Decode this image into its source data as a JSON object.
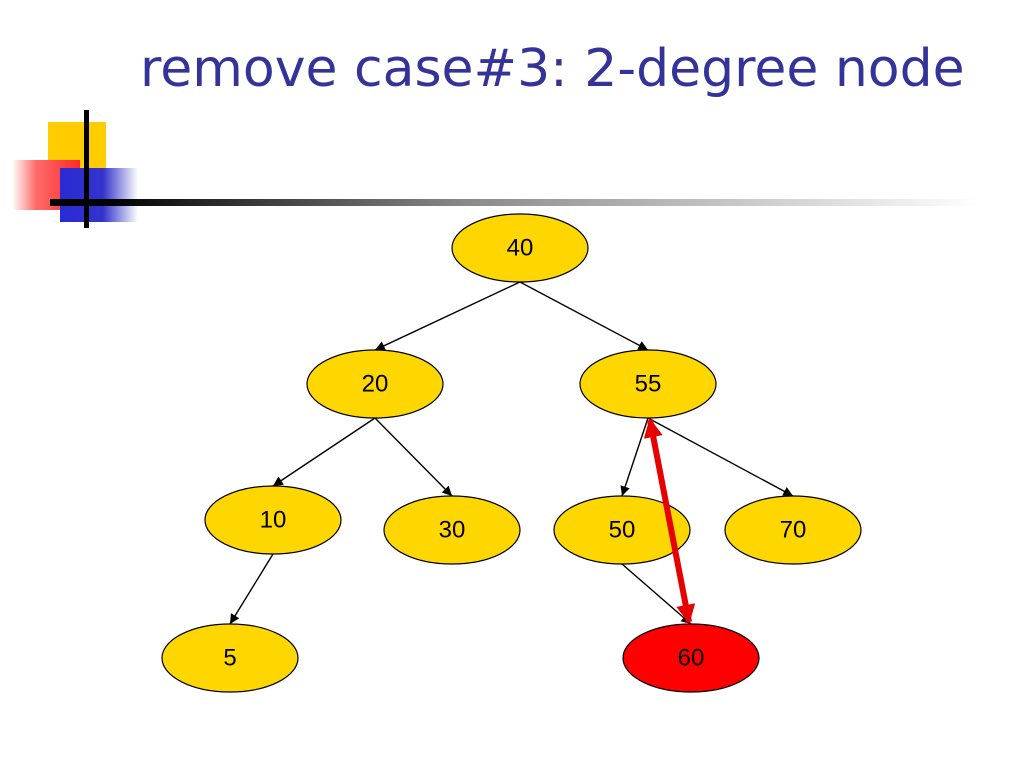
{
  "title": "remove case#3: 2-degree node",
  "colors": {
    "title": "#333399",
    "node_fill": "#ffd700",
    "highlight_fill": "#ff0000",
    "arrow": "#e60000"
  },
  "tree": {
    "nodes": [
      {
        "id": "n40",
        "label": "40"
      },
      {
        "id": "n20",
        "label": "20"
      },
      {
        "id": "n55",
        "label": "55"
      },
      {
        "id": "n10",
        "label": "10"
      },
      {
        "id": "n30",
        "label": "30"
      },
      {
        "id": "n50",
        "label": "50"
      },
      {
        "id": "n70",
        "label": "70"
      },
      {
        "id": "n5",
        "label": "5"
      },
      {
        "id": "n60",
        "label": "60",
        "highlighted": true
      }
    ],
    "edges": [
      {
        "from": "n40",
        "to": "n20"
      },
      {
        "from": "n40",
        "to": "n55"
      },
      {
        "from": "n20",
        "to": "n10"
      },
      {
        "from": "n20",
        "to": "n30"
      },
      {
        "from": "n55",
        "to": "n50"
      },
      {
        "from": "n55",
        "to": "n70"
      },
      {
        "from": "n10",
        "to": "n5"
      },
      {
        "from": "n50",
        "to": "n60"
      }
    ],
    "swap_arrow": {
      "from": "n55",
      "to": "n60",
      "bidirectional": true
    }
  }
}
